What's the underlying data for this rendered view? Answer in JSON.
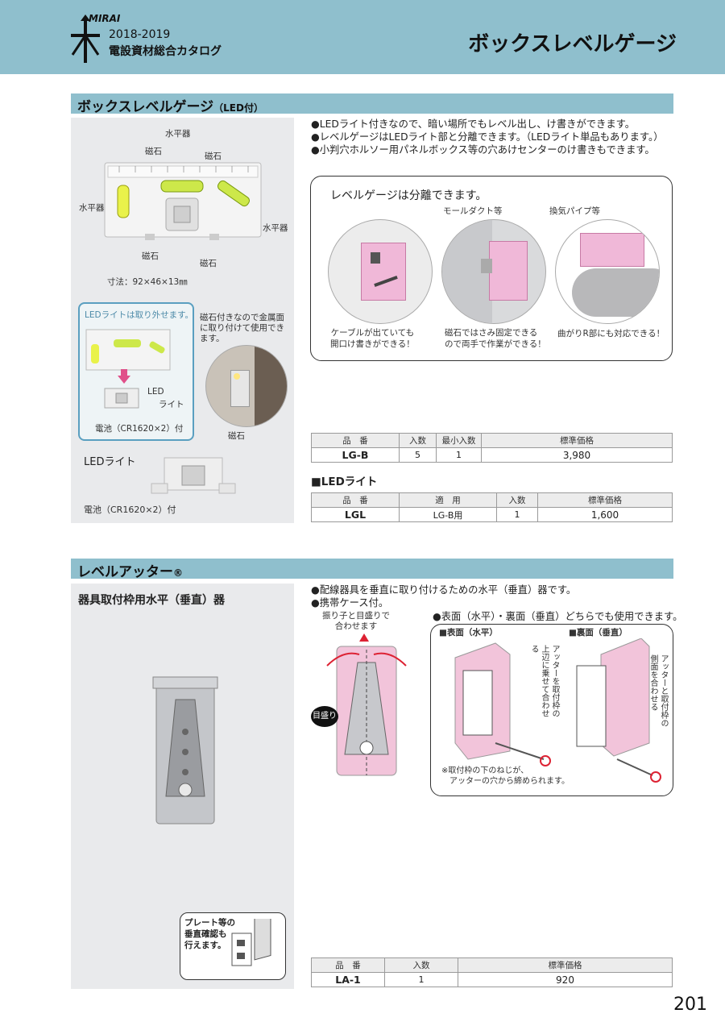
{
  "header": {
    "logo": "MIRAI",
    "year": "2018-2019",
    "catalog": "電設資材総合カタログ",
    "title": "ボックスレベルゲージ"
  },
  "section1": {
    "title": "ボックスレベルゲージ",
    "title_suffix": "（LED付）",
    "bullets": [
      "●LEDライト付きなので、暗い場所でもレベル出し、け書きができます。",
      "●レベルゲージはLEDライト部と分離できます。（LEDライト単品もあります。）",
      "●小判穴ホルソー用パネルボックス等の穴あけセンターのけ書きもできます。"
    ],
    "gauge_labels": {
      "level_top": "水平器",
      "magnet1": "磁石",
      "magnet2": "磁石",
      "level_left": "水平器",
      "level_right": "水平器",
      "magnet3": "磁石",
      "magnet4": "磁石",
      "dimensions": "寸法：92×46×13㎜"
    },
    "detail_box": {
      "removable": "LEDライトは取り外せます。",
      "led": "LED",
      "light": "ライト",
      "battery": "電池（CR1620×2）付"
    },
    "magnet_note": "磁石付きなので金属面に取り付けて使用できます。",
    "magnet_label": "磁石",
    "led_light_title": "LEDライト",
    "led_light_battery": "電池（CR1620×2）付",
    "callout": {
      "title": "レベルゲージは分離できます。",
      "label_mold": "モールダクト等",
      "label_pipe": "換気パイプ等",
      "caption1": "ケーブルが出ていても\n開口け書きができる！",
      "caption2": "磁石ではさみ固定できる\nので両手で作業ができる！",
      "caption3": "曲がりR部にも対応できる！"
    },
    "table1": {
      "headers": [
        "品　番",
        "入数",
        "最小入数",
        "標準価格"
      ],
      "row": [
        "LG-B",
        "5",
        "1",
        "3,980"
      ]
    },
    "led_heading": "■LEDライト",
    "table2": {
      "headers": [
        "品　番",
        "適　用",
        "入数",
        "標準価格"
      ],
      "row": [
        "LGL",
        "LG-B用",
        "1",
        "1,600"
      ]
    }
  },
  "section2": {
    "title": "レベルアッター",
    "reg": "®",
    "subtitle": "器具取付枠用水平（垂直）器",
    "bullets": [
      "●配線器具を垂直に取り付けるための水平（垂直）器です。",
      "●携帯ケース付。"
    ],
    "pendulum_note": "振り子と目盛りで\n合わせます",
    "scale_label": "目盛り",
    "both_sides": "●表面（水平）・裏面（垂直）どちらでも使用できます。",
    "front_label": "■表面（水平）",
    "back_label": "■裏面（垂直）",
    "front_note": "アッターを取付枠の上辺に乗せて合わせる",
    "back_note": "アッターと取付枠の側面を合わせる",
    "screw_note": "※取付枠の下のねじが、\n　アッターの穴から締められます。",
    "plate_note": "プレート等の\n垂直確認も\n行えます。",
    "table3": {
      "headers": [
        "品　番",
        "入数",
        "標準価格"
      ],
      "row": [
        "LA-1",
        "1",
        "920"
      ]
    }
  },
  "page_number": "201"
}
